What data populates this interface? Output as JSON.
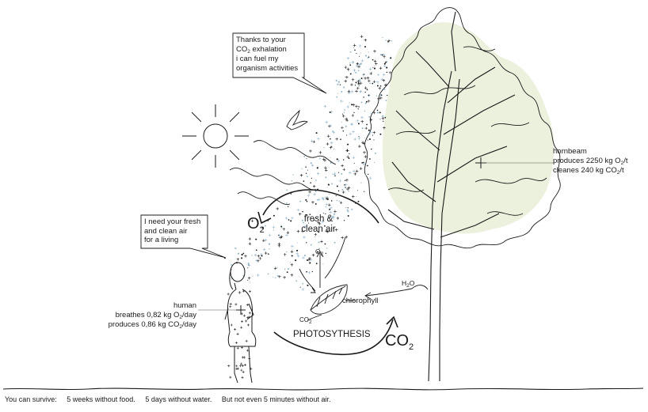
{
  "speech_tree": {
    "line1": "Thanks to your",
    "line2_pre": "CO",
    "line2_sub": "2",
    "line2_post": " exhalation",
    "line3": "i can fuel my",
    "line4": "organism activities"
  },
  "speech_human": {
    "line1": "I need your fresh",
    "line2": "and clean air",
    "line3": "for a living"
  },
  "hornbeam": {
    "name": "hornbeam",
    "produces_pre": "produces 2250 kg O",
    "produces_sub": "2",
    "produces_post": "/t",
    "cleans_pre": "cleanes 240 kg CO",
    "cleans_sub": "2",
    "cleans_post": "/t"
  },
  "human": {
    "name": "human",
    "breathes_pre": "breathes 0,82 kg O",
    "breathes_sub": "2",
    "breathes_post": "/day",
    "produces_pre": "produces 0,86 kg CO",
    "produces_sub": "2",
    "produces_post": "/day"
  },
  "cycle": {
    "o2_main": "O",
    "o2_sub": "2",
    "co2_main": "CO",
    "co2_sub": "2",
    "fresh_line1": "fresh &",
    "fresh_line2": "clean air",
    "photosynthesis": "PHOTOSYTHESIS",
    "chlorophyll": "chlorophyll",
    "h2o_pre": "H",
    "h2o_sub": "2",
    "h2o_post": "O",
    "small_o2_pre": "O",
    "small_o2_sub": "2",
    "small_co2_pre": "CO",
    "small_co2_sub": "2"
  },
  "survival": {
    "intro": "You can survive:",
    "food": "5 weeks without food.",
    "water": "5 days without water.",
    "air": "But not even 5 minutes without air."
  },
  "colors": {
    "ink": "#1a1a1a",
    "foliage_tint": "#e6ecd2",
    "air_dots": "#8fb3c9"
  }
}
